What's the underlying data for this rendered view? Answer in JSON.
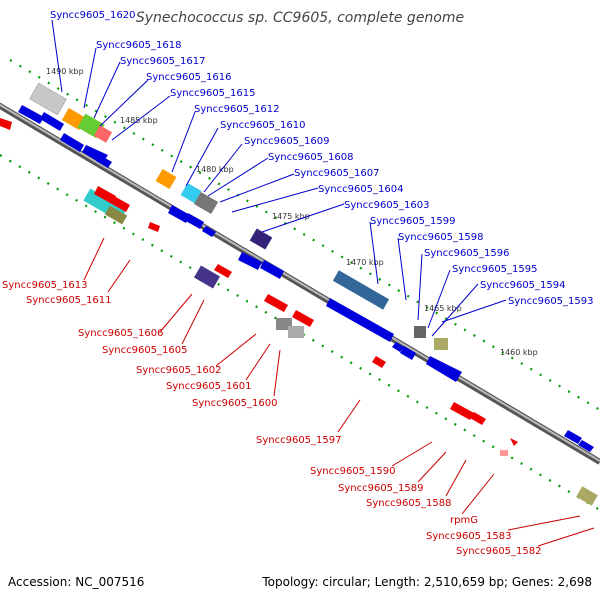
{
  "title": "Synechococcus sp. CC9605, complete genome",
  "footer": {
    "accession": "Accession: NC_007516",
    "topology": "Topology: circular; Length: 2,510,659 bp; Genes: 2,698"
  },
  "kbp_labels": [
    "1490 kbp",
    "1485 kbp",
    "1480 kbp",
    "1475 kbp",
    "1470 kbp",
    "1465 kbp",
    "1460 kbp"
  ],
  "forward_gene_labels": [
    "Syncc9605_1620",
    "Syncc9605_1618",
    "Syncc9605_1617",
    "Syncc9605_1616",
    "Syncc9605_1615",
    "Syncc9605_1612",
    "Syncc9605_1610",
    "Syncc9605_1609",
    "Syncc9605_1608",
    "Syncc9605_1607",
    "Syncc9605_1604",
    "Syncc9605_1603",
    "Syncc9605_1599",
    "Syncc9605_1598",
    "Syncc9605_1596",
    "Syncc9605_1595",
    "Syncc9605_1594",
    "Syncc9605_1593"
  ],
  "reverse_gene_labels": [
    "Syncc9605_1613",
    "Syncc9605_1611",
    "Syncc9605_1606",
    "Syncc9605_1605",
    "Syncc9605_1602",
    "Syncc9605_1601",
    "Syncc9605_1600",
    "Syncc9605_1597",
    "Syncc9605_1590",
    "Syncc9605_1589",
    "Syncc9605_1588",
    "rpmG",
    "Syncc9605_1583",
    "Syncc9605_1582"
  ],
  "colors": {
    "forward_label": "#0000cc",
    "reverse_label": "#cc0000",
    "forward_gene": "#0000dd",
    "reverse_gene": "#ee0000",
    "backbone": "#888888",
    "tick": "#009900"
  }
}
